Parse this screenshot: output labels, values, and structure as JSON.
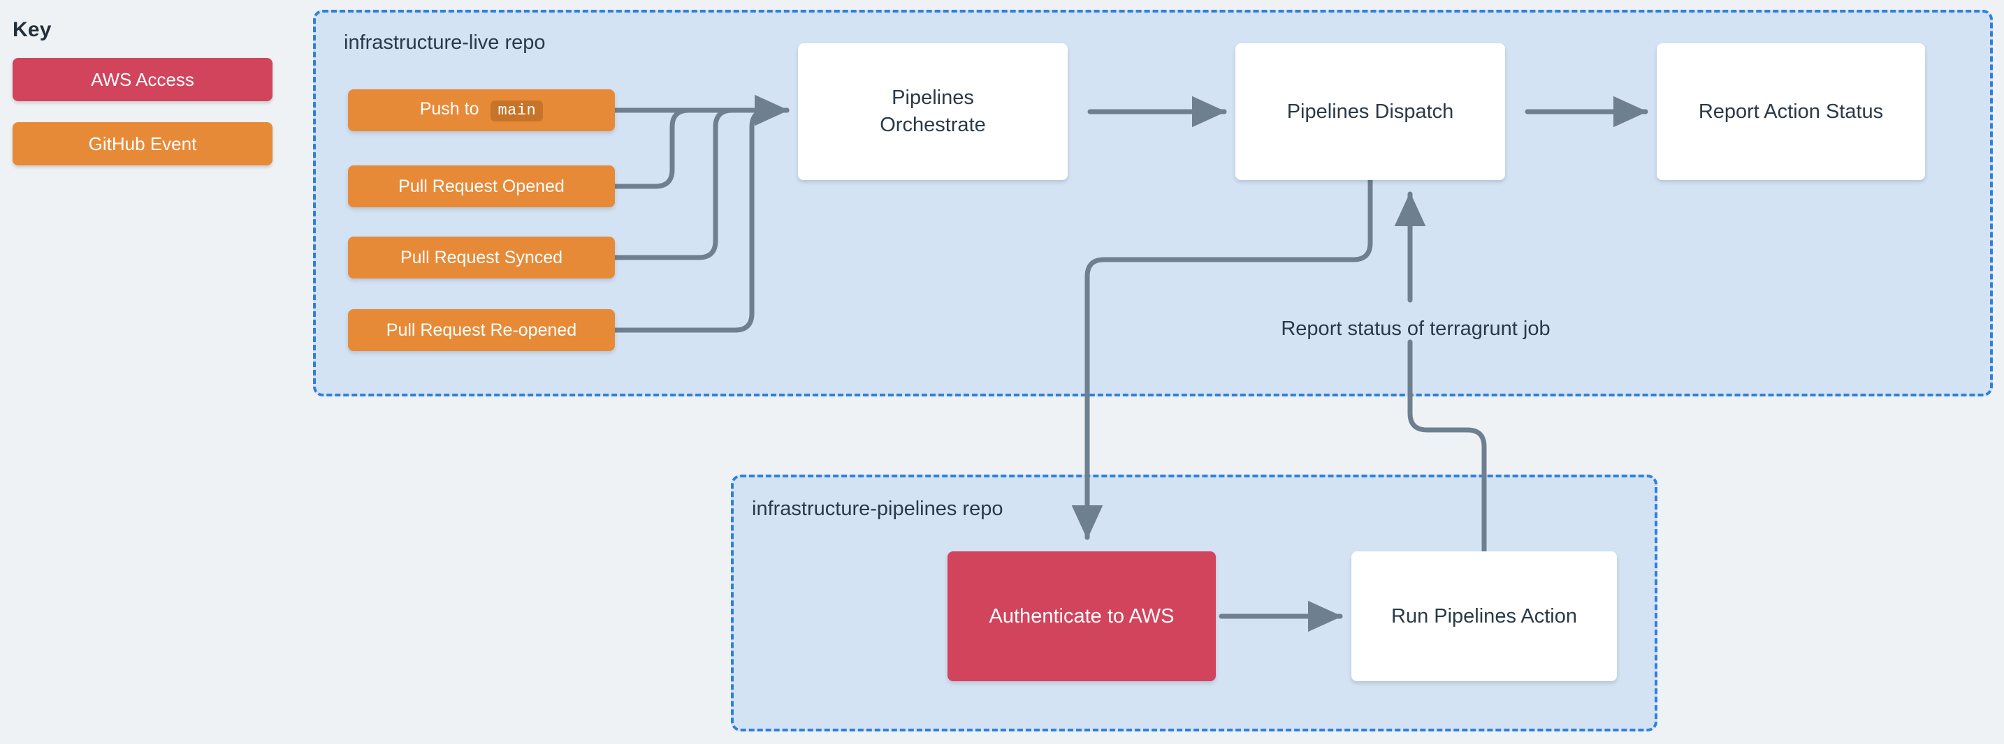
{
  "key": {
    "title": "Key",
    "items": [
      {
        "label": "AWS Access",
        "color": "#d2435c",
        "name": "aws-access"
      },
      {
        "label": "GitHub Event",
        "color": "#e78a38",
        "name": "github-event"
      }
    ]
  },
  "containers": [
    {
      "id": "repo-live",
      "label": "infrastructure-live repo",
      "border_color": "#2f80d8",
      "fill": "#d4e3f4"
    },
    {
      "id": "repo-pipelines",
      "label": "infrastructure-pipelines repo",
      "border_color": "#2f80d8",
      "fill": "#d4e3f4"
    }
  ],
  "nodes": {
    "events": [
      {
        "id": "ev-push",
        "text": "Push to ",
        "code": "main"
      },
      {
        "id": "ev-pr-open",
        "text": "Pull Request Opened"
      },
      {
        "id": "ev-pr-sync",
        "text": "Pull Request Synced"
      },
      {
        "id": "ev-pr-reop",
        "text": "Pull Request Re-opened"
      }
    ],
    "processes": [
      {
        "id": "n-orchestrate",
        "line1": "Pipelines",
        "line2": "Orchestrate"
      },
      {
        "id": "n-dispatch",
        "label": "Pipelines Dispatch"
      },
      {
        "id": "n-report",
        "label": "Report Action Status"
      },
      {
        "id": "n-runaction",
        "label": "Run Pipelines Action"
      }
    ],
    "aws": [
      {
        "id": "n-auth",
        "label": "Authenticate to AWS"
      }
    ]
  },
  "edge_labels": {
    "terragrunt_status": "Report status of terragrunt job"
  },
  "colors": {
    "background": "#eff2f5",
    "aws_access": "#d2435c",
    "github_event": "#e78a38",
    "container_fill": "#d4e3f4",
    "container_border": "#2f80d8",
    "arrow": "#6e7f90",
    "process_fill": "#ffffff",
    "text_dark": "#2b3947"
  }
}
